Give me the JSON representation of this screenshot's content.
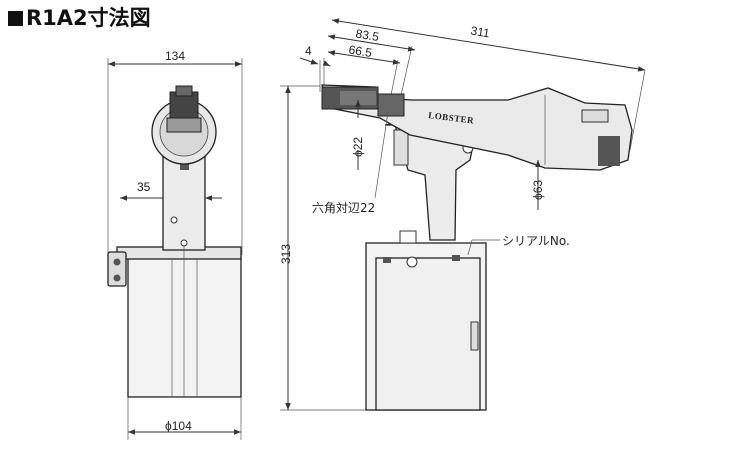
{
  "title": "R1A2寸法図",
  "dimensions": {
    "front_width": "134",
    "front_neck": "35",
    "front_base": "ϕ104",
    "side_tip": "4",
    "side_66": "66.5",
    "side_83": "83.5",
    "side_total_length": "311",
    "side_total_height": "313",
    "nose_diameter": "ϕ22",
    "body_diameter": "ϕ63",
    "hex": "六角対辺22",
    "serial": "シリアルNo."
  },
  "brand": "LOBSTER",
  "colors": {
    "ink": "#222222",
    "body_fill": "#eeeeee",
    "dark": "#333333"
  }
}
